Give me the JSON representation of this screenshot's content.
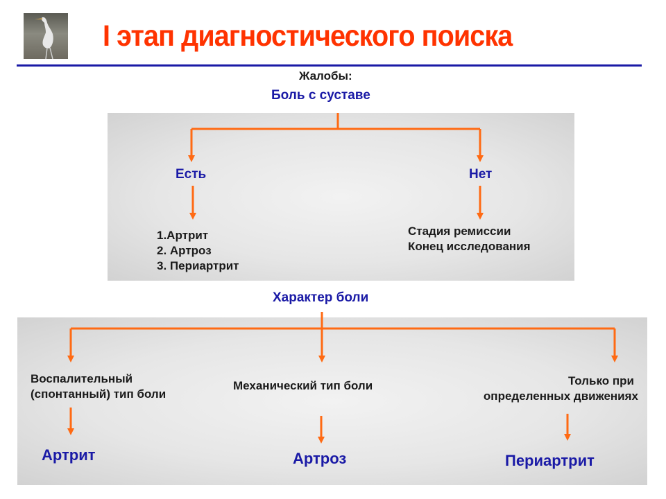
{
  "title": "I этап диагностического поиска",
  "complaints": {
    "label": "Жалобы:",
    "value": "Боль с суставе"
  },
  "branch_yes": {
    "label": "Есть",
    "items": [
      "1.Артрит",
      "2. Артроз",
      "3. Периартрит"
    ]
  },
  "branch_no": {
    "label": "Нет",
    "line1": "Стадия ремиссии",
    "line2": "Конец исследования"
  },
  "pain_character": {
    "label": "Характер боли",
    "inflammatory": {
      "line1": "Воспалительный",
      "line2": "(спонтанный) тип боли",
      "result": "Артрит"
    },
    "mechanical": {
      "label": "Механический тип боли",
      "result": "Артроз"
    },
    "movement": {
      "line1": "Только при",
      "line2": "определенных движениях",
      "result": "Периартрит"
    }
  },
  "colors": {
    "title": "#ff3300",
    "accent_blue": "#1a1aa6",
    "arrow": "#ff6a13"
  }
}
